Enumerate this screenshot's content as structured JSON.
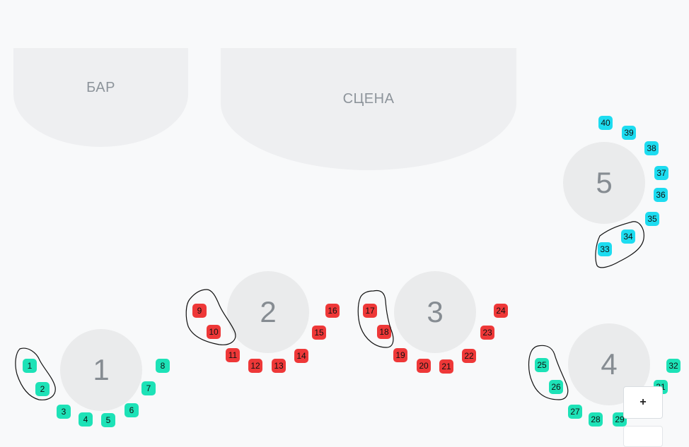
{
  "zones": {
    "bar_label": "БАР",
    "stage_label": "СЦЕНА"
  },
  "tables": [
    "1",
    "2",
    "3",
    "4",
    "5"
  ],
  "seat_colors": {
    "red": "#ee3838",
    "teal": "#1de2b7",
    "cyan": "#1ddcf0"
  },
  "seats": {
    "table1": [
      "1",
      "2",
      "3",
      "4",
      "5",
      "6",
      "7",
      "8"
    ],
    "table2": [
      "9",
      "10",
      "11",
      "12",
      "13",
      "14",
      "15",
      "16"
    ],
    "table3": [
      "17",
      "18",
      "19",
      "20",
      "21",
      "22",
      "23",
      "24"
    ],
    "table4": [
      "25",
      "26",
      "27",
      "28",
      "29",
      "31",
      "32"
    ],
    "table5": [
      "33",
      "34",
      "35",
      "36",
      "37",
      "38",
      "39",
      "40"
    ]
  },
  "controls": {
    "zoom_in_label": "+"
  }
}
